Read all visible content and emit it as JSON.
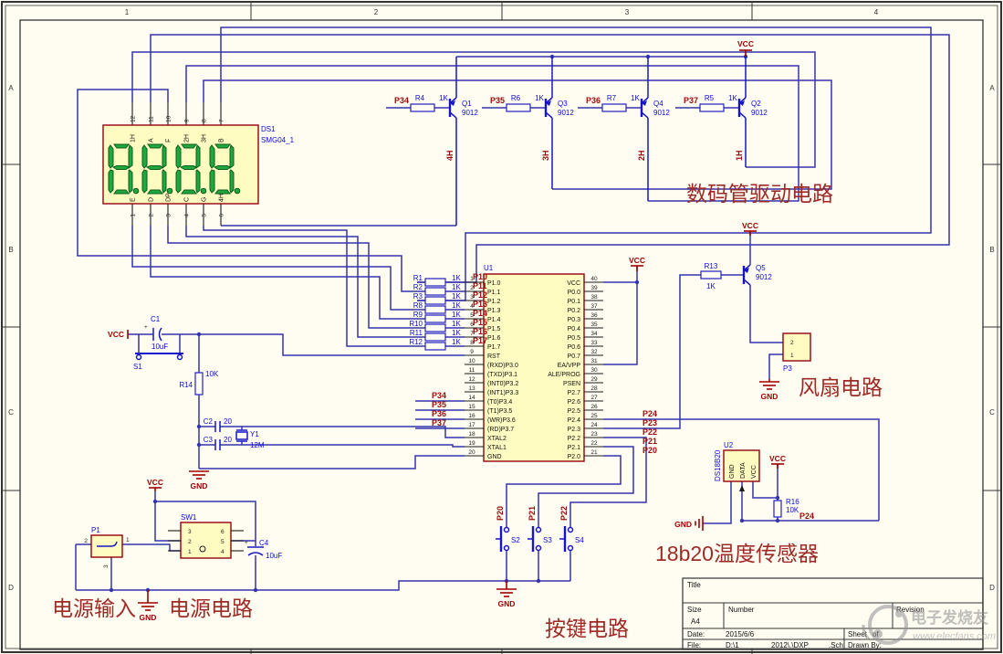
{
  "frame": {
    "zones_top": [
      "1",
      "2",
      "3",
      "4"
    ],
    "zones_left": [
      "A",
      "B",
      "C",
      "D"
    ],
    "zones_right": [
      "A",
      "B",
      "C",
      "D"
    ]
  },
  "titles": {
    "driver": "数码管驱动电路",
    "fan": "风扇电路",
    "sensor": "18b20温度传感器",
    "keys": "按键电路",
    "power_in": "电源输入",
    "power": "电源电路"
  },
  "display": {
    "designator": "DS1",
    "part": "SMG04_1",
    "top_pin_numbers": [
      "12",
      "11",
      "10",
      "9",
      "8",
      "7"
    ],
    "top_pin_labels": [
      "1H",
      "A",
      "F",
      "2H",
      "3H",
      "B"
    ],
    "bottom_pin_numbers": [
      "1",
      "2",
      "3",
      "4",
      "5",
      "6"
    ],
    "bottom_pin_labels": [
      "E",
      "D",
      "DP",
      "C",
      "G",
      "4H"
    ]
  },
  "drivers": {
    "vcc": "VCC",
    "cells": [
      {
        "net": "P34",
        "res": "R4",
        "val": "1K",
        "q": "Q1",
        "model": "9012",
        "common": "4H"
      },
      {
        "net": "P35",
        "res": "R6",
        "val": "1K",
        "q": "Q3",
        "model": "9012",
        "common": "3H"
      },
      {
        "net": "P36",
        "res": "R7",
        "val": "1K",
        "q": "Q4",
        "model": "9012",
        "common": "2H"
      },
      {
        "net": "P37",
        "res": "R5",
        "val": "1K",
        "q": "Q2",
        "model": "9012",
        "common": "1H"
      }
    ]
  },
  "mcu": {
    "designator": "U1",
    "vcc": "VCC",
    "left_pins": [
      {
        "num": "1",
        "name": "P1.0"
      },
      {
        "num": "2",
        "name": "P1.1"
      },
      {
        "num": "3",
        "name": "P1.2"
      },
      {
        "num": "4",
        "name": "P1.3"
      },
      {
        "num": "5",
        "name": "P1.4"
      },
      {
        "num": "6",
        "name": "P1.5"
      },
      {
        "num": "7",
        "name": "P1.6"
      },
      {
        "num": "8",
        "name": "P1.7"
      },
      {
        "num": "9",
        "name": "RST"
      },
      {
        "num": "10",
        "name": "(RXD)P3.0"
      },
      {
        "num": "11",
        "name": "(TXD)P3.1"
      },
      {
        "num": "12",
        "name": "(INT0)P3.2"
      },
      {
        "num": "13",
        "name": "(INT1)P3.3"
      },
      {
        "num": "14",
        "name": "(T0)P3.4"
      },
      {
        "num": "15",
        "name": "(T1)P3.5"
      },
      {
        "num": "16",
        "name": "(WR)P3.6"
      },
      {
        "num": "17",
        "name": "(RD)P3.7"
      },
      {
        "num": "18",
        "name": "XTAL2"
      },
      {
        "num": "19",
        "name": "XTAL1"
      },
      {
        "num": "20",
        "name": "GND"
      }
    ],
    "right_pins": [
      {
        "num": "40",
        "name": "VCC"
      },
      {
        "num": "39",
        "name": "P0.0"
      },
      {
        "num": "38",
        "name": "P0.1"
      },
      {
        "num": "37",
        "name": "P0.2"
      },
      {
        "num": "36",
        "name": "P0.3"
      },
      {
        "num": "35",
        "name": "P0.4"
      },
      {
        "num": "34",
        "name": "P0.5"
      },
      {
        "num": "33",
        "name": "P0.6"
      },
      {
        "num": "32",
        "name": "P0.7"
      },
      {
        "num": "31",
        "name": "EA/VPP"
      },
      {
        "num": "30",
        "name": "ALE/PROG"
      },
      {
        "num": "29",
        "name": "PSEN"
      },
      {
        "num": "28",
        "name": "P2.7"
      },
      {
        "num": "27",
        "name": "P2.6"
      },
      {
        "num": "26",
        "name": "P2.5"
      },
      {
        "num": "25",
        "name": "P2.4"
      },
      {
        "num": "24",
        "name": "P2.3"
      },
      {
        "num": "23",
        "name": "P2.2"
      },
      {
        "num": "22",
        "name": "P2.1"
      },
      {
        "num": "21",
        "name": "P2.0"
      }
    ],
    "bank": [
      {
        "r": "R1",
        "v": "1K",
        "net": "P10"
      },
      {
        "r": "R2",
        "v": "1K",
        "net": "P11"
      },
      {
        "r": "R3",
        "v": "1K",
        "net": "P12"
      },
      {
        "r": "R8",
        "v": "1K",
        "net": "P13"
      },
      {
        "r": "R9",
        "v": "1K",
        "net": "P14"
      },
      {
        "r": "R10",
        "v": "1K",
        "net": "P15"
      },
      {
        "r": "R11",
        "v": "1K",
        "net": "P16"
      },
      {
        "r": "R12",
        "v": "1K",
        "net": "P17"
      }
    ],
    "p3_nets": [
      "P34",
      "P35",
      "P36",
      "P37"
    ],
    "p2_nets": [
      "P24",
      "P23",
      "P22",
      "P21",
      "P20"
    ]
  },
  "reset": {
    "vcc": "VCC",
    "c1": "C1",
    "c1_val": "10uF",
    "s1": "S1",
    "r14": "R14",
    "r14_val": "10K"
  },
  "clock": {
    "c2": "C2",
    "c2_val": "20",
    "c3": "C3",
    "c3_val": "20",
    "y1": "Y1",
    "y1_val": "12M",
    "gnd": "GND"
  },
  "fan": {
    "r13": "R13",
    "r13_val": "1K",
    "q": "Q5",
    "model": "9012",
    "conn": "P3",
    "pin2": "2",
    "pin1": "1",
    "vcc": "VCC",
    "gnd": "GND"
  },
  "sensor": {
    "designator": "U2",
    "part": "DS18B20",
    "pins": [
      "GND",
      "DATA",
      "VCC"
    ],
    "r16": "R16",
    "r16_val": "10K",
    "net": "P24",
    "vcc": "VCC",
    "gnd": "GND"
  },
  "power": {
    "conn": "P1",
    "pin1": "1",
    "pin2": "2",
    "pin3": "3",
    "sw": "SW1",
    "sw_left": [
      "3",
      "2",
      "1"
    ],
    "sw_right": [
      "6",
      "5",
      "4"
    ],
    "c4": "C4",
    "c4_val": "10uF",
    "vcc": "VCC",
    "gnd": "GND"
  },
  "keys": {
    "nets": [
      "P20",
      "P21",
      "P22"
    ],
    "sws": [
      "S2",
      "S3",
      "S4"
    ],
    "gnd": "GND"
  },
  "titleblock": {
    "title": "Title",
    "size": "Size",
    "size_val": "A4",
    "number": "Number",
    "revision": "Revision",
    "date": "Date:",
    "date_val": "2015/6/6",
    "sheet": "Sheet",
    "of": "of",
    "file": "File:",
    "file_a": "D:\\1",
    "file_b": "2012\\.\\DXP",
    "file_c": ".Sch",
    "drawn": "Drawn By:"
  },
  "watermark": {
    "name": "电子发烧友",
    "url": "www.elecfans.com"
  }
}
